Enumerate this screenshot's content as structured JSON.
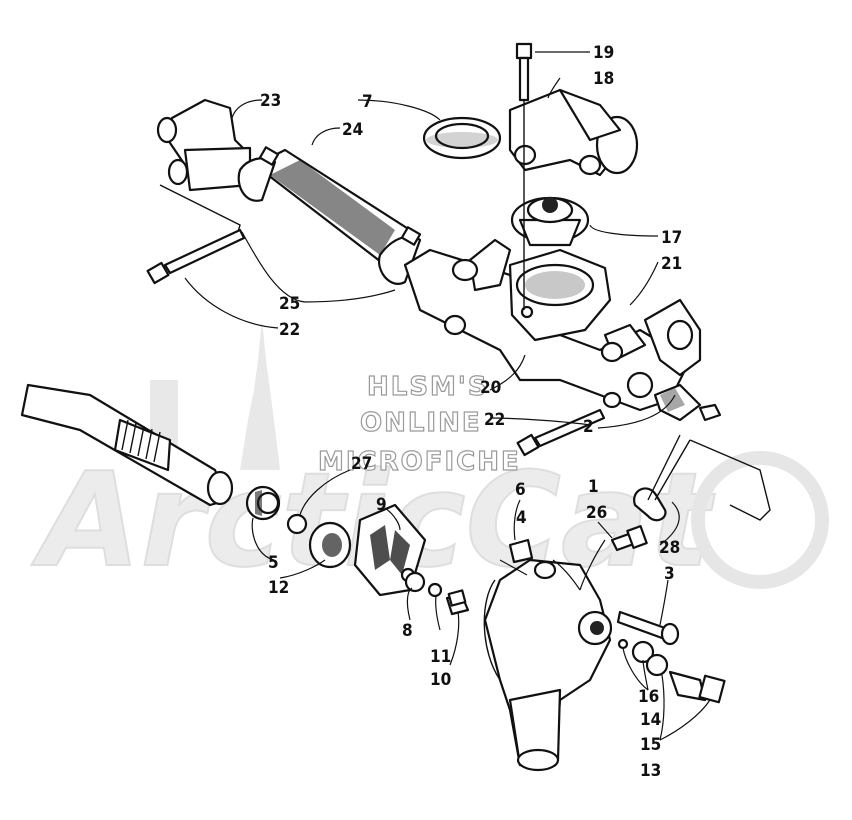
{
  "watermark": {
    "line1": "HLSM'S",
    "line2": "ONLINE",
    "line3": "MICROFICHE",
    "logo": "ArcticCat"
  },
  "callouts": [
    "1",
    "2",
    "3",
    "4",
    "5",
    "6",
    "7",
    "8",
    "9",
    "10",
    "11",
    "12",
    "13",
    "14",
    "15",
    "16",
    "17",
    "18",
    "19",
    "20",
    "21",
    "22",
    "22",
    "23",
    "24",
    "25",
    "26",
    "27",
    "28"
  ]
}
